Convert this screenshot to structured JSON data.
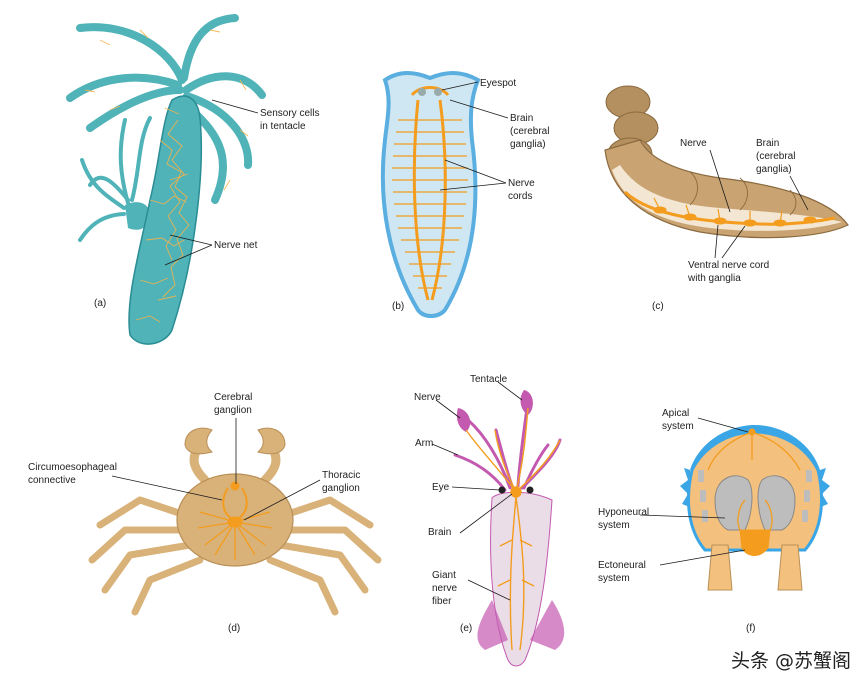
{
  "panels": {
    "a": {
      "tag": "(a)",
      "labels": {
        "sensory_1": "Sensory cells",
        "sensory_2": "in tentacle",
        "nerve_net": "Nerve net"
      }
    },
    "b": {
      "tag": "(b)",
      "labels": {
        "eyespot": "Eyespot",
        "brain_1": "Brain",
        "brain_2": "(cerebral",
        "brain_3": "ganglia)",
        "cords_1": "Nerve",
        "cords_2": "cords"
      }
    },
    "c": {
      "tag": "(c)",
      "labels": {
        "nerve": "Nerve",
        "brain_1": "Brain",
        "brain_2": "(cerebral",
        "brain_3": "ganglia)",
        "vnc_1": "Ventral nerve cord",
        "vnc_2": "with ganglia"
      }
    },
    "d": {
      "tag": "(d)",
      "labels": {
        "cereb_1": "Cerebral",
        "cereb_2": "ganglion",
        "circ_1": "Circumoesophageal",
        "circ_2": "connective",
        "thor_1": "Thoracic",
        "thor_2": "ganglion"
      }
    },
    "e": {
      "tag": "(e)",
      "labels": {
        "tentacle": "Tentacle",
        "nerve": "Nerve",
        "arm": "Arm",
        "eye": "Eye",
        "brain": "Brain",
        "giant_1": "Giant",
        "giant_2": "nerve",
        "giant_3": "fiber"
      }
    },
    "f": {
      "tag": "(f)",
      "labels": {
        "apical_1": "Apical",
        "apical_2": "system",
        "hypo_1": "Hyponeural",
        "hypo_2": "system",
        "ecto_1": "Ectoneural",
        "ecto_2": "system"
      }
    }
  },
  "watermark": "头条 @苏蟹阁",
  "colors": {
    "hydra": "#4fb3b8",
    "hydra_dark": "#2a8c94",
    "nerve": "#f39c1e",
    "nerve_light": "#f6b34a",
    "flatworm_fill": "#cfe7f2",
    "flatworm_edge": "#5aaee0",
    "annelid": "#b48f5f",
    "annelid_dark": "#8b6a3f",
    "crab": "#d9b27a",
    "crab_dark": "#b98f55",
    "squid": "#c45ab0",
    "squid_light": "#e9bfe0",
    "urchin_fill": "#f4c07d",
    "urchin_edge": "#3aa6e6",
    "urchin_gray": "#bdbdbd"
  }
}
